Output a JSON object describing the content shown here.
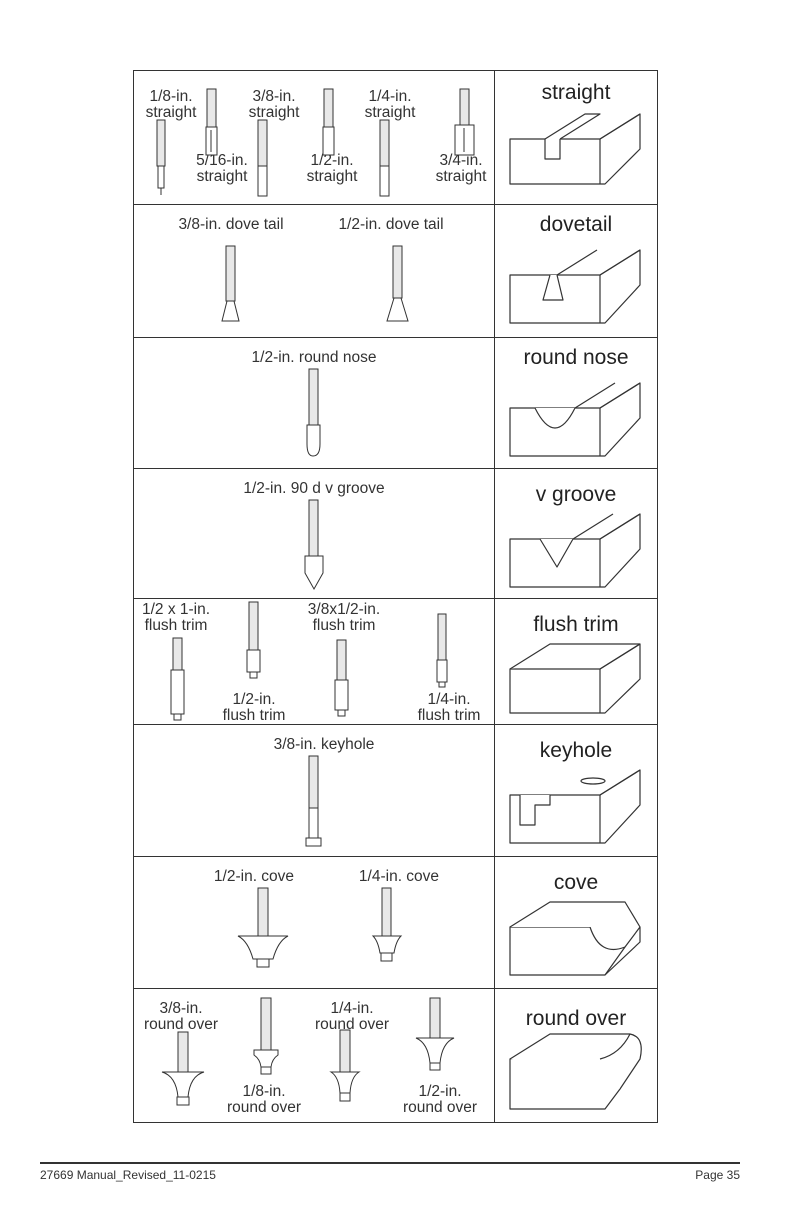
{
  "rows": [
    {
      "title": "straight",
      "bits": [
        {
          "l1": "1/8-in.",
          "l2": "straight"
        },
        {
          "l1": "3/8-in.",
          "l2": "straight"
        },
        {
          "l1": "1/4-in.",
          "l2": "straight"
        },
        {
          "l1": "5/16-in.",
          "l2": "straight"
        },
        {
          "l1": "1/2-in.",
          "l2": "straight"
        },
        {
          "l1": "3/4-in.",
          "l2": "straight"
        }
      ]
    },
    {
      "title": "dovetail",
      "bits": [
        {
          "l1": "3/8-in. dove tail"
        },
        {
          "l1": "1/2-in. dove tail"
        }
      ]
    },
    {
      "title": "round nose",
      "bits": [
        {
          "l1": "1/2-in. round nose"
        }
      ]
    },
    {
      "title": "v groove",
      "bits": [
        {
          "l1": "1/2-in. 90 d v groove"
        }
      ]
    },
    {
      "title": "flush trim",
      "bits": [
        {
          "l1": "1/2 x 1-in.",
          "l2": "flush trim"
        },
        {
          "l1": "3/8x1/2-in.",
          "l2": "flush trim"
        },
        {
          "l1": "1/2-in.",
          "l2": "flush trim"
        },
        {
          "l1": "1/4-in.",
          "l2": "flush trim"
        }
      ]
    },
    {
      "title": "keyhole",
      "bits": [
        {
          "l1": "3/8-in. keyhole"
        }
      ]
    },
    {
      "title": "cove",
      "bits": [
        {
          "l1": "1/2-in. cove"
        },
        {
          "l1": "1/4-in. cove"
        }
      ]
    },
    {
      "title": "round over",
      "bits": [
        {
          "l1": "3/8-in.",
          "l2": "round over"
        },
        {
          "l1": "1/4-in.",
          "l2": "round over"
        },
        {
          "l1": "1/8-in.",
          "l2": "round over"
        },
        {
          "l1": "1/2-in.",
          "l2": "round over"
        }
      ]
    }
  ],
  "footer": {
    "doc_id": "27669 Manual_Revised_11-0215",
    "page": "Page 35"
  }
}
